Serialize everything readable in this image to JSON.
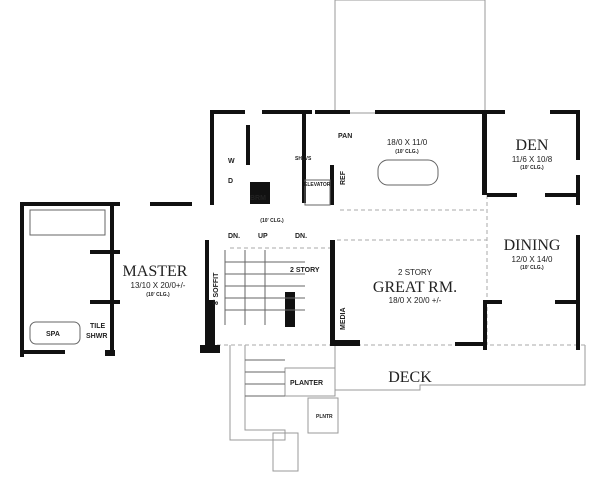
{
  "rooms": {
    "master": {
      "name": "MASTER",
      "size": "13/10 X 20/0+/-",
      "ceiling": "(10' CLG.)"
    },
    "kitchen": {
      "size": "18/0 X 11/0",
      "ceiling": "(10' CLG.)"
    },
    "den": {
      "name": "DEN",
      "size": "11/6 X 10/8",
      "ceiling": "(10' CLG.)"
    },
    "dining": {
      "name": "DINING",
      "size": "12/0 X 14/0",
      "ceiling": "(10' CLG.)"
    },
    "great": {
      "pre": "2 STORY",
      "name": "GREAT RM.",
      "size": "18/0 X 20/0 +/-"
    },
    "hall": {
      "ceiling": "(10' CLG.)"
    },
    "deck": {
      "name": "DECK"
    }
  },
  "labels": {
    "pan": "PAN",
    "ref": "REF",
    "elevator": "ELEVATOR",
    "shlvs": "SHLVS",
    "brm": "BRM",
    "w": "W",
    "d": "D",
    "spa": "SPA",
    "tile": "TILE",
    "shwr": "SHWR",
    "soffit": "8' SOFFIT",
    "dn1": "DN.",
    "up": "UP",
    "dn2": "DN.",
    "two_story": "2 STORY",
    "media": "MEDIA",
    "planter": "PLANTER",
    "plntr": "PLNTR"
  }
}
